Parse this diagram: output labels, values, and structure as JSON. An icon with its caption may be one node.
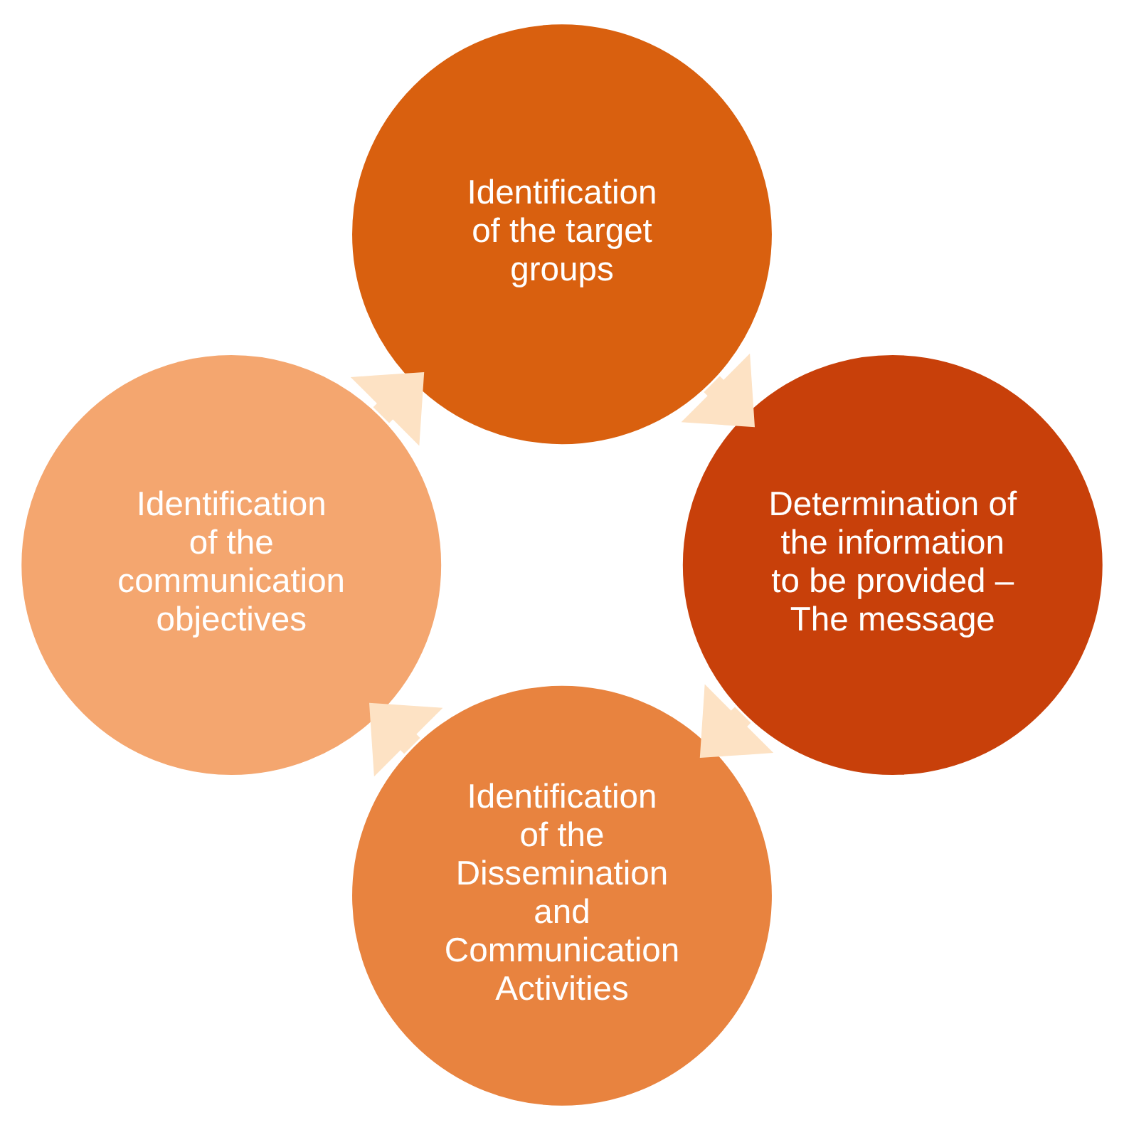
{
  "diagram": {
    "nodes": [
      {
        "text": [
          "Identification of the Dissemination and Communication Activities"
        ]
      },
      {
        "text": [
          "Identification of the communication objectives"
        ]
      },
      {
        "text": [
          "Identification of the target groups"
        ]
      },
      {
        "text": [
          "Determination of the information to be provided – The message"
        ]
      }
    ],
    "edges": [
      {
        "from": 0,
        "to": 1,
        "arrow": "to"
      },
      {
        "from": 1,
        "to": 2,
        "arrow": "to"
      },
      {
        "from": 2,
        "to": 3,
        "arrow": "to"
      },
      {
        "from": 3,
        "to": 0,
        "arrow": "to"
      }
    ]
  }
}
